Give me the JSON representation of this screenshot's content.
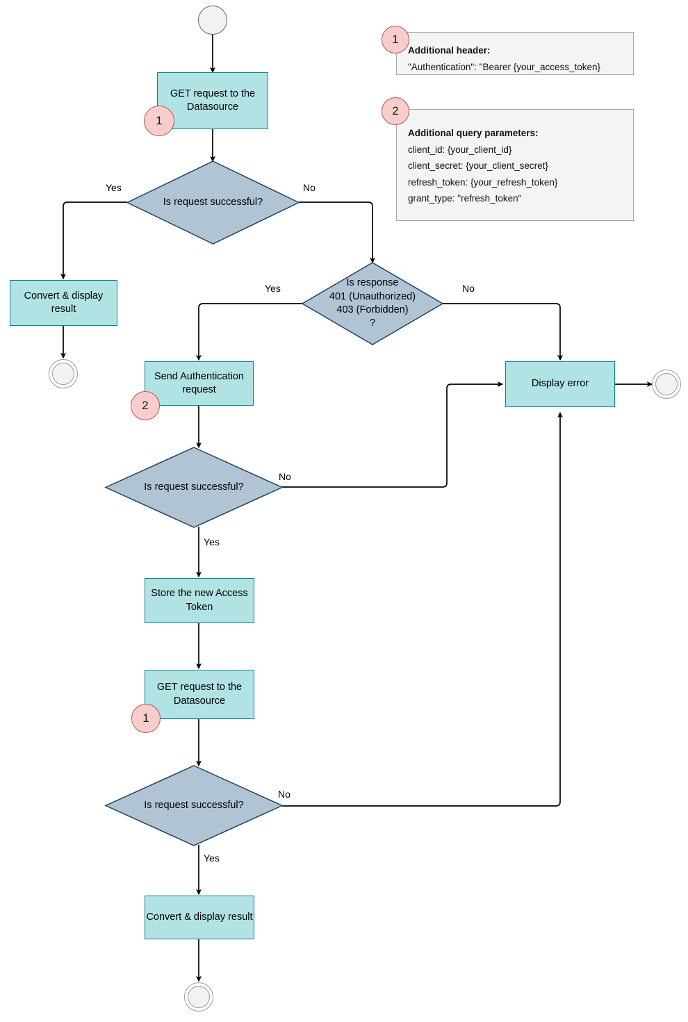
{
  "diagram": {
    "title": "OAuth token refresh request flowchart",
    "colors": {
      "process_fill": "#b1e3e5",
      "process_stroke": "#0e8088",
      "decision_fill": "#b0c4d4",
      "decision_stroke": "#23445d",
      "badge_fill": "#f8cecc",
      "badge_stroke": "#b85450",
      "note_fill": "#f4f4f4",
      "note_stroke": "#a8a8a8",
      "edge_stroke": "#000000",
      "terminator_fill": "#f2f2f2",
      "terminator_stroke": "#9a9a9a"
    }
  },
  "nodes": {
    "start": {
      "type": "start-terminator",
      "label": ""
    },
    "get_request_1": {
      "type": "process",
      "label": "GET request to the Datasource"
    },
    "decision_1": {
      "type": "decision",
      "label": "Is request successful?"
    },
    "convert_display_1": {
      "type": "process",
      "label": "Convert & display result"
    },
    "end_1": {
      "type": "end-terminator",
      "label": ""
    },
    "decision_response_code": {
      "type": "decision",
      "label": "Is response\n401 (Unauthorized)\n403 (Forbidden)\n?"
    },
    "send_auth_request": {
      "type": "process",
      "label": "Send Authentication request"
    },
    "display_error": {
      "type": "process",
      "label": "Display error"
    },
    "end_error": {
      "type": "end-terminator",
      "label": ""
    },
    "decision_2": {
      "type": "decision",
      "label": "Is request successful?"
    },
    "store_token": {
      "type": "process",
      "label": "Store the new Access Token"
    },
    "get_request_2": {
      "type": "process",
      "label": "GET request to the Datasource"
    },
    "decision_3": {
      "type": "decision",
      "label": "Is request successful?"
    },
    "convert_display_2": {
      "type": "process",
      "label": "Convert & display result"
    },
    "end_2": {
      "type": "end-terminator",
      "label": ""
    }
  },
  "badges": {
    "badge_get_1": "1",
    "badge_send_auth": "2",
    "badge_get_2": "1",
    "note_1_marker": "1",
    "note_2_marker": "2"
  },
  "edge_labels": {
    "d1_yes": "Yes",
    "d1_no": "No",
    "dresp_yes": "Yes",
    "dresp_no": "No",
    "d2_no": "No",
    "d2_yes": "Yes",
    "d3_no": "No",
    "d3_yes": "Yes"
  },
  "notes": {
    "note1": {
      "title": "Additional header:",
      "lines": [
        "\"Authentication\": \"Bearer {your_access_token}"
      ]
    },
    "note2": {
      "title": "Additional query parameters:",
      "lines": [
        "client_id: {your_client_id}",
        "client_secret: {your_client_secret}",
        "refresh_token: {your_refresh_token}",
        "grant_type: \"refresh_token\""
      ]
    }
  }
}
